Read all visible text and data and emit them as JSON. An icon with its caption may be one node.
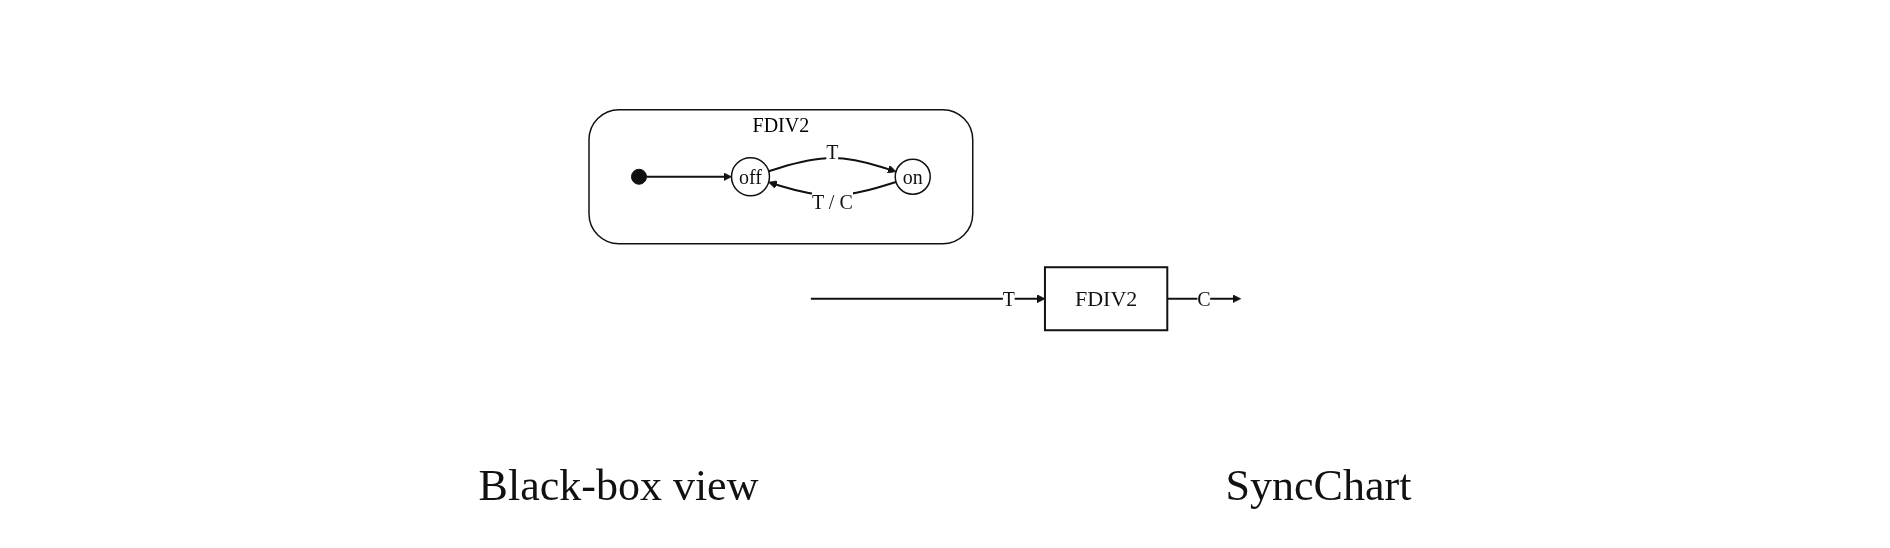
{
  "diagram": {
    "nodes": [
      {
        "text": [
          "FDIV2"
        ]
      },
      {
        "text": [
          "FDIV2"
        ]
      },
      {
        "text": [],
        "shape": "circle",
        "in": 1
      },
      {
        "text": [
          "off"
        ],
        "in": 1
      },
      {
        "text": [
          "on"
        ],
        "in": 1
      }
    ],
    "edges": [
      {
        "from": null,
        "to": 0,
        "arrow": "to",
        "label": "T"
      },
      {
        "from": 0,
        "to": null,
        "arrow": "to",
        "label": "C"
      },
      {
        "from": 2,
        "to": 3,
        "arrow": "to"
      },
      {
        "from": 3,
        "to": 4,
        "arrow": "to",
        "label": "T"
      },
      {
        "from": 4,
        "to": 3,
        "arrow": "to",
        "label": "T / C"
      }
    ],
    "labels": [
      "Black-box view",
      "SyncChart"
    ]
  }
}
